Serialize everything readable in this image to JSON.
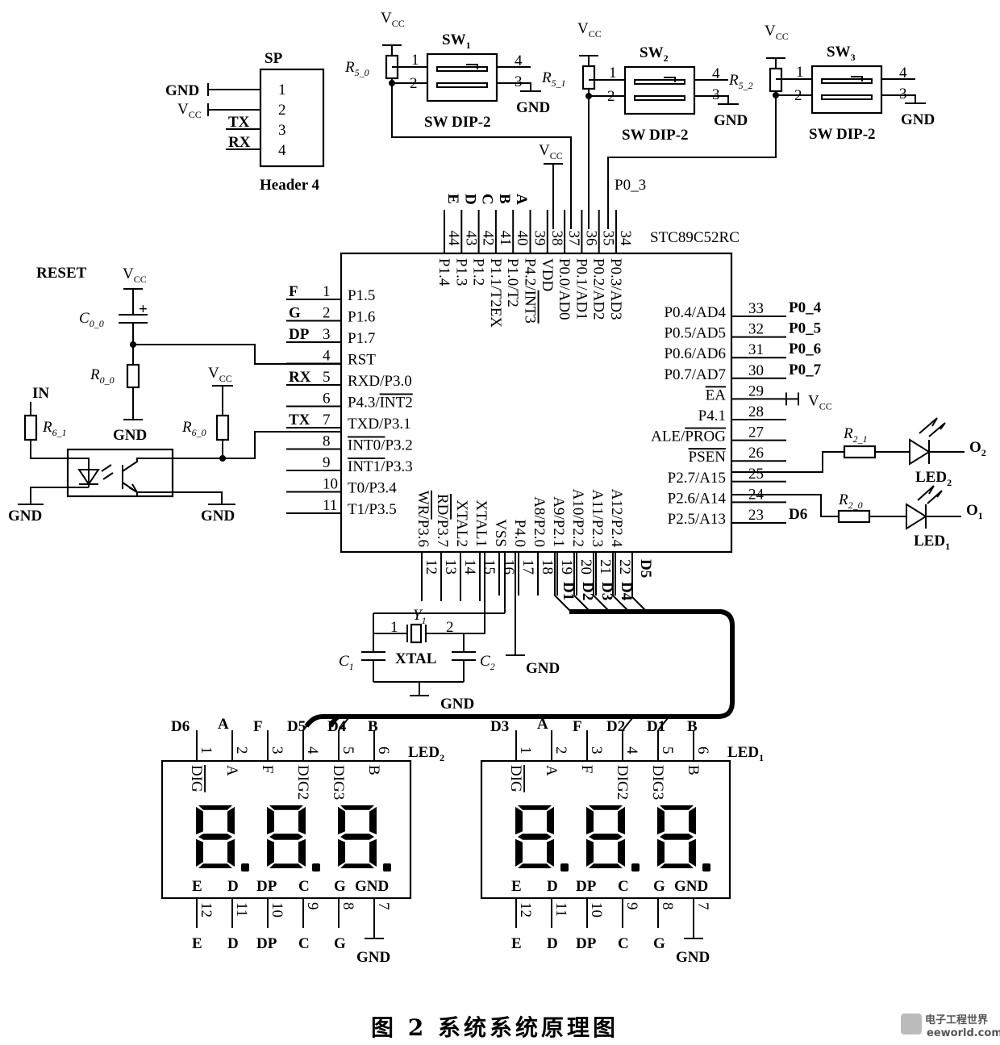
{
  "caption": "图 2   系统系统原理图",
  "watermark": {
    "text": "电子工程世界",
    "url": "eeworld.com.cn"
  },
  "mcu": {
    "name": "STC89C52RC",
    "left_pins": [
      {
        "net": "F",
        "num": "1",
        "name": "P1.5"
      },
      {
        "net": "G",
        "num": "2",
        "name": "P1.6"
      },
      {
        "net": "DP",
        "num": "3",
        "name": "P1.7"
      },
      {
        "net": "",
        "num": "4",
        "name": "RST"
      },
      {
        "net": "RX",
        "num": "5",
        "name": "RXD/P3.0"
      },
      {
        "net": "",
        "num": "6",
        "name": "P4.3/INT2"
      },
      {
        "net": "TX",
        "num": "7",
        "name": "TXD/P3.1"
      },
      {
        "net": "",
        "num": "8",
        "name": "INT0/P3.2"
      },
      {
        "net": "",
        "num": "9",
        "name": "INT1/P3.3"
      },
      {
        "net": "",
        "num": "10",
        "name": "T0/P3.4"
      },
      {
        "net": "",
        "num": "11",
        "name": "T1/P3.5"
      }
    ],
    "right_pins": [
      {
        "net": "P0_4",
        "num": "33",
        "name": "P0.4/AD4"
      },
      {
        "net": "P0_5",
        "num": "32",
        "name": "P0.5/AD5"
      },
      {
        "net": "P0_6",
        "num": "31",
        "name": "P0.6/AD6"
      },
      {
        "net": "P0_7",
        "num": "30",
        "name": "P0.7/AD7"
      },
      {
        "net": "VCC",
        "num": "29",
        "name": "EA"
      },
      {
        "net": "",
        "num": "28",
        "name": "P4.1"
      },
      {
        "net": "",
        "num": "27",
        "name": "ALE/PROG"
      },
      {
        "net": "",
        "num": "26",
        "name": "PSEN"
      },
      {
        "net": "",
        "num": "25",
        "name": "P2.7/A15"
      },
      {
        "net": "",
        "num": "24",
        "name": "P2.6/A14"
      },
      {
        "net": "D6",
        "num": "23",
        "name": "P2.5/A13"
      }
    ],
    "top_pins": [
      {
        "net": "E",
        "num": "44",
        "name": "P1.4"
      },
      {
        "net": "D",
        "num": "43",
        "name": "P1.3"
      },
      {
        "net": "C",
        "num": "42",
        "name": "P1.2"
      },
      {
        "net": "B",
        "num": "41",
        "name": "P1.1/T2EX"
      },
      {
        "net": "A",
        "num": "40",
        "name": "P1.0/T2"
      },
      {
        "net": "",
        "num": "39",
        "name": "P4.2/INT3"
      },
      {
        "net": "",
        "num": "38",
        "name": "VDD"
      },
      {
        "net": "",
        "num": "37",
        "name": "P0.0/AD0"
      },
      {
        "net": "",
        "num": "36",
        "name": "P0.1/AD1"
      },
      {
        "net": "",
        "num": "35",
        "name": "P0.2/AD2"
      },
      {
        "net": "P0_3",
        "num": "34",
        "name": "P0.3/AD3"
      }
    ],
    "bottom_pins": [
      {
        "net": "",
        "num": "12",
        "name": "WR/P3.6"
      },
      {
        "net": "",
        "num": "13",
        "name": "RD/P3.7"
      },
      {
        "net": "",
        "num": "14",
        "name": "XTAL2"
      },
      {
        "net": "",
        "num": "15",
        "name": "XTAL1"
      },
      {
        "net": "",
        "num": "16",
        "name": "VSS"
      },
      {
        "net": "",
        "num": "17",
        "name": "P4.0"
      },
      {
        "net": "",
        "num": "18",
        "name": "A8/P2.0"
      },
      {
        "net": "D1",
        "num": "19",
        "name": "A9/P2.1"
      },
      {
        "net": "D2",
        "num": "20",
        "name": "A10/P2.2"
      },
      {
        "net": "D3",
        "num": "21",
        "name": "A11/P2.3"
      },
      {
        "net": "D4",
        "num": "22",
        "name": "A12/P2.4"
      },
      {
        "net": "D5",
        "num": "",
        "name": ""
      }
    ]
  },
  "labels": {
    "gnd": "GND",
    "vcc": "V",
    "vcc_sub": "CC",
    "reset": "RESET",
    "in": "IN",
    "sp": "SP",
    "header": "Header 4",
    "header_pins": [
      "1",
      "2",
      "3",
      "4"
    ],
    "header_nets": [
      "GND",
      "V",
      "TX",
      "RX"
    ],
    "sw": [
      "SW",
      "SW",
      "SW"
    ],
    "sw_sub": [
      "1",
      "2",
      "3"
    ],
    "sw_type": "SW DIP-2",
    "sw_pins": [
      "1",
      "2",
      "3",
      "4"
    ],
    "r5": [
      "R",
      "R",
      "R"
    ],
    "r5_sub": [
      "5_0",
      "5_1",
      "5_2"
    ],
    "c0": "C",
    "c0_sub": "0_0",
    "r0": "R",
    "r0_sub": "0_0",
    "r6a": "R",
    "r6a_sub": "6_1",
    "r6b": "R",
    "r6b_sub": "6_0",
    "r2a": "R",
    "r2a_sub": "2_1",
    "r2b": "R",
    "r2b_sub": "2_0",
    "led2": "LED",
    "led2_sub": "2",
    "led1": "LED",
    "led1_sub": "1",
    "o2": "O",
    "o2_sub": "2",
    "o1": "O",
    "o1_sub": "1",
    "y1": "Y",
    "y1_sub": "1",
    "xtal": "XTAL",
    "c1": "C",
    "c1_sub": "1",
    "c2": "C",
    "c2_sub": "2",
    "plus": "+",
    "xtal_pins": [
      "1",
      "2"
    ]
  },
  "displays": [
    {
      "label": "LED",
      "label_sub": "2",
      "top_nets": [
        "D6",
        "A",
        "F",
        "D5",
        "D4",
        "B"
      ],
      "top_pins": [
        "1",
        "2",
        "3",
        "4",
        "5",
        "6"
      ],
      "top_names": [
        "DIG",
        "A",
        "F",
        "DIG2",
        "DIG3",
        "B"
      ],
      "bot_names": [
        "E",
        "D",
        "DP",
        "C",
        "G",
        "GND"
      ],
      "bot_pins": [
        "12",
        "11",
        "10",
        "9",
        "8",
        "7"
      ],
      "bot_nets": [
        "E",
        "D",
        "DP",
        "C",
        "G",
        "GND"
      ]
    },
    {
      "label": "LED",
      "label_sub": "1",
      "top_nets": [
        "D3",
        "A",
        "F",
        "D2",
        "D1",
        "B"
      ],
      "top_pins": [
        "1",
        "2",
        "3",
        "4",
        "5",
        "6"
      ],
      "top_names": [
        "DIG",
        "A",
        "F",
        "DIG2",
        "DIG3",
        "B"
      ],
      "bot_names": [
        "E",
        "D",
        "DP",
        "C",
        "G",
        "GND"
      ],
      "bot_pins": [
        "12",
        "11",
        "10",
        "9",
        "8",
        "7"
      ],
      "bot_nets": [
        "E",
        "D",
        "DP",
        "C",
        "G",
        "GND"
      ]
    }
  ]
}
